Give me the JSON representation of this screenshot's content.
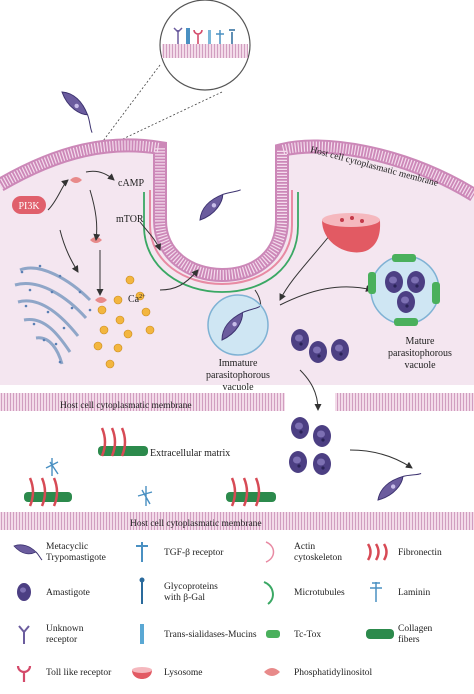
{
  "colors": {
    "cell_fill": "#f3e3ef",
    "membrane_outer": "#cc88b8",
    "membrane_inner": "#e6c2dc",
    "parasite": "#6b5c9e",
    "parasite_dark": "#3d3370",
    "actin": "#e88aa3",
    "microtubule": "#3aa864",
    "tctox": "#4ab05c",
    "lysosome": "#e25a63",
    "collagen": "#2c8a4c",
    "pi3k": "#e0606c",
    "vacuole": "#cfe6f3",
    "arrow": "#333333"
  },
  "labels": {
    "membrane_top": "Host cell cytoplasmatic membrane",
    "membrane_mid": "Host cell cytoplasmatic membrane",
    "membrane_bottom": "Host cell cytoplasmatic membrane",
    "pi3k": "PI3K",
    "camp": "cAMP",
    "mtor": "mTOR",
    "calcium_base": "Ca",
    "calcium_sup": "2+",
    "immature_1": "Immature",
    "immature_2": "parasitophorous",
    "immature_3": "vacuole",
    "mature_1": "Mature",
    "mature_2": "parasitophorous",
    "mature_3": "vacuole",
    "extracellular": "Extracellular matrix"
  },
  "legend": [
    {
      "icon": "metacyclic-trypomastigote-icon",
      "lines": [
        "Metacyclic",
        "Trypomastigote"
      ]
    },
    {
      "icon": "tgf-beta-receptor-icon",
      "lines": [
        "TGF-β receptor"
      ]
    },
    {
      "icon": "actin-cytoskeleton-icon",
      "lines": [
        "Actin",
        "cytoskeleton"
      ]
    },
    {
      "icon": "fibronectin-icon",
      "lines": [
        "Fibronectin"
      ]
    },
    {
      "icon": "amastigote-icon",
      "lines": [
        "Amastigote"
      ]
    },
    {
      "icon": "glycoproteins-icon",
      "lines": [
        "Glycoproteins",
        "with β-Gal"
      ]
    },
    {
      "icon": "microtubules-icon",
      "lines": [
        "Microtubules"
      ]
    },
    {
      "icon": "laminin-icon",
      "lines": [
        "Laminin"
      ]
    },
    {
      "icon": "unknown-receptor-icon",
      "lines": [
        "Unknown",
        "receptor"
      ]
    },
    {
      "icon": "trans-sialidases-icon",
      "lines": [
        "Trans-sialidases-Mucins"
      ]
    },
    {
      "icon": "tc-tox-icon",
      "lines": [
        "Tc-Tox"
      ]
    },
    {
      "icon": "collagen-fibers-icon",
      "lines": [
        "Collagen",
        "fibers"
      ]
    },
    {
      "icon": "toll-like-receptor-icon",
      "lines": [
        "Toll like receptor"
      ]
    },
    {
      "icon": "lysosome-icon",
      "lines": [
        "Lysosome"
      ]
    },
    {
      "icon": "phosphatidylinositol-icon",
      "lines": [
        "Phosphatidylinositol"
      ]
    }
  ]
}
